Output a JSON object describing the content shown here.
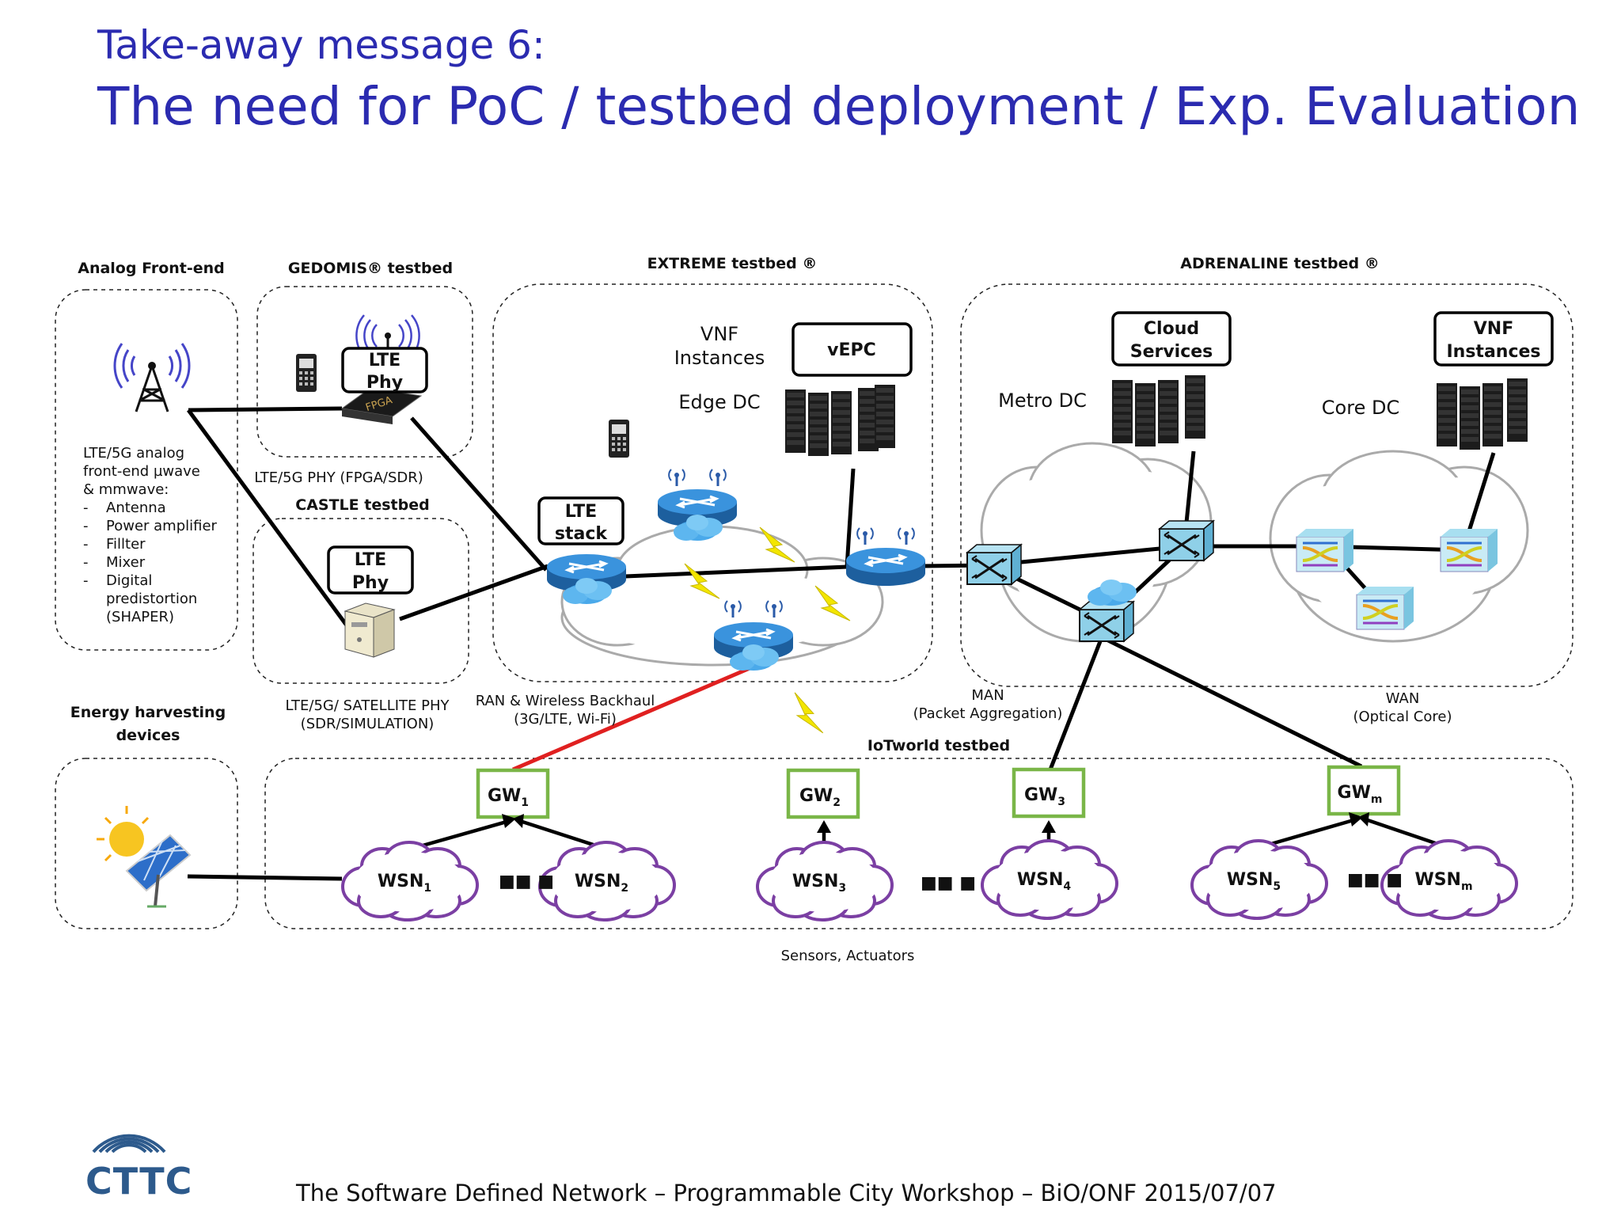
{
  "slide": {
    "title_line1": "Take-away message 6:",
    "title_line2": "The need for PoC / testbed deployment / Exp. Evaluation",
    "footer": "The Software Defined Network – Programmable City Workshop – BiO/ONF 2015/07/07",
    "logo": "CTTC"
  },
  "sections": {
    "analog": {
      "title": "Analog Front-end",
      "desc_lines": [
        "LTE/5G analog",
        "front-end µwave",
        "& mmwave:"
      ],
      "bullets": [
        "Antenna",
        "Power amplifier",
        "Fillter",
        "Mixer",
        "Digital",
        "predistortion",
        "(SHAPER)"
      ]
    },
    "gedomis": {
      "title": "GEDOMIS® testbed",
      "box": [
        "LTE",
        "Phy"
      ],
      "chip": "FPGA",
      "caption": "LTE/5G PHY (FPGA/SDR)"
    },
    "castle": {
      "title": "CASTLE  testbed",
      "box": [
        "LTE",
        "Phy"
      ],
      "caption_lines": [
        "LTE/5G/ SATELLITE  PHY",
        "(SDR/SIMULATION)"
      ]
    },
    "extreme": {
      "title": "EXTREME testbed ®",
      "vnf": [
        "VNF",
        "Instances"
      ],
      "vepc": "vEPC",
      "edge": "Edge DC",
      "lte_stack": [
        "LTE",
        "stack"
      ],
      "caption_lines": [
        "RAN & Wireless Backhaul",
        "(3G/LTE, Wi-Fi)"
      ]
    },
    "adrenaline": {
      "title": "ADRENALINE testbed ®",
      "cloud_services": [
        "Cloud",
        "Services"
      ],
      "vnf": [
        "VNF",
        "Instances"
      ],
      "metro": "Metro DC",
      "core": "Core DC",
      "man_lines": [
        "MAN",
        "(Packet Aggregation)"
      ],
      "wan_lines": [
        "WAN",
        "(Optical Core)"
      ]
    },
    "energy": {
      "title_lines": [
        "Energy harvesting",
        "devices"
      ]
    },
    "iot": {
      "title": "IoTworld testbed",
      "sensors": "Sensors, Actuators",
      "gateways": [
        {
          "base": "GW",
          "sub": "1"
        },
        {
          "base": "GW",
          "sub": "2"
        },
        {
          "base": "GW",
          "sub": "3"
        },
        {
          "base": "GW",
          "sub": "m"
        }
      ],
      "wsn": [
        {
          "base": "WSN",
          "sub": "1"
        },
        {
          "base": "WSN",
          "sub": "2"
        },
        {
          "base": "WSN",
          "sub": "3"
        },
        {
          "base": "WSN",
          "sub": "4"
        },
        {
          "base": "WSN",
          "sub": "5"
        },
        {
          "base": "WSN",
          "sub": "m"
        }
      ],
      "ellipsis": "■■ ■"
    }
  },
  "colors": {
    "title": "#2b2bb0",
    "gw_border": "#7ab648",
    "wsn_border": "#7b3fa3",
    "red_link": "#e02020",
    "lightning": "#f3e600",
    "router": "#2a7fc8"
  }
}
